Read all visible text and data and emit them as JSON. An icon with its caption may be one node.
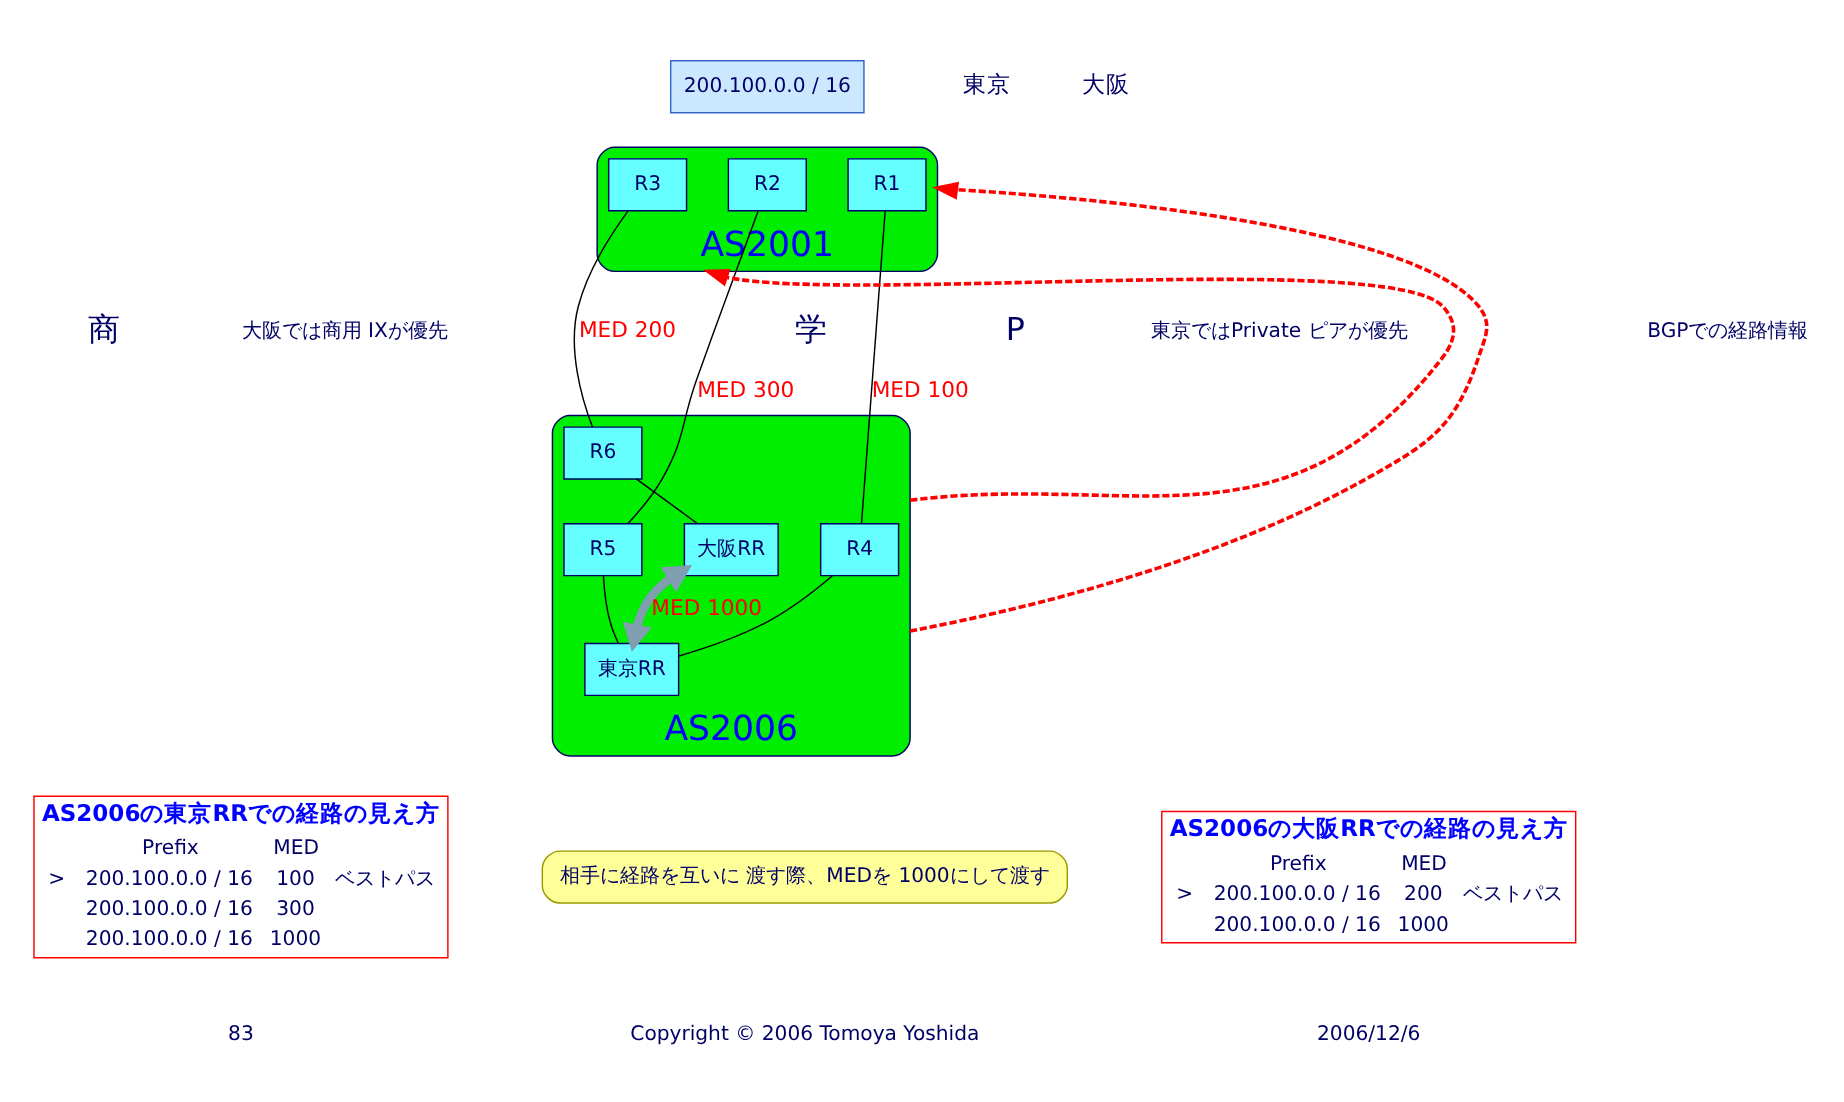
{
  "diagram": {
    "nodes": [
      {
        "text": [
          "200.100.0.0 / 16"
        ]
      },
      {
        "text": [
          "AS2001"
        ]
      },
      {
        "text": [
          "R3"
        ],
        "in": 1
      },
      {
        "text": [
          "R2"
        ],
        "in": 1
      },
      {
        "text": [
          "R1"
        ],
        "in": 1
      },
      {
        "text": [
          "AS2006"
        ]
      },
      {
        "text": [
          "R6"
        ],
        "in": 5
      },
      {
        "text": [
          "R5"
        ],
        "in": 5
      },
      {
        "text": [
          "R4"
        ],
        "in": 5
      },
      {
        "text": [
          "大阪RR"
        ],
        "in": 5
      },
      {
        "text": [
          "東京RR"
        ],
        "in": 5
      },
      {
        "text": [
          "相手に経路を互いに 渡す際、MEDを 1000にして渡す"
        ]
      },
      {
        "text": [
          "AS2006の大阪RRでの経路の見え方",
          "Prefix",
          "MED",
          ">",
          "200.100.0.0 / 16",
          "200",
          "ベストパス",
          "200.100.0.0 / 16",
          "1000"
        ]
      },
      {
        "text": [
          "AS2006の東京RRでの経路の見え方",
          "Prefix",
          "MED",
          ">",
          "200.100.0.0 / 16",
          "100",
          "ベストパス",
          "200.100.0.0 / 16",
          "300",
          "200.100.0.0 / 16",
          "1000"
        ]
      }
    ],
    "edges": [
      {
        "from": 2,
        "to": 6,
        "arrow": "none",
        "label": "MED 200"
      },
      {
        "from": 3,
        "to": 7,
        "arrow": "none",
        "label": "MED 300"
      },
      {
        "from": 4,
        "to": 8,
        "arrow": "none",
        "label": "MED 100"
      },
      {
        "from": 6,
        "to": 9,
        "arrow": "none"
      },
      {
        "from": 7,
        "to": 10,
        "arrow": "none"
      },
      {
        "from": 8,
        "to": 10,
        "arrow": "none"
      },
      {
        "from": 9,
        "to": 10,
        "arrow": "both",
        "style": "thick",
        "color": "#7f9fb0",
        "label": "MED 1000"
      },
      {
        "from": 5,
        "to": 1,
        "arrow": "to",
        "style": "dashed",
        "color": "#ff0000"
      },
      {
        "from": 5,
        "to": 1,
        "arrow": "to",
        "style": "dashed",
        "color": "#ff0000"
      }
    ],
    "labels": [
      "大阪",
      "東京",
      "商",
      "学",
      "P",
      "大阪では商用 IXが優先",
      "BGPでの経路情報",
      "東京ではPrivate ピアが優先",
      "2006/12/6",
      "Copyright © 2006 Tomoya Yoshida",
      "83"
    ]
  }
}
